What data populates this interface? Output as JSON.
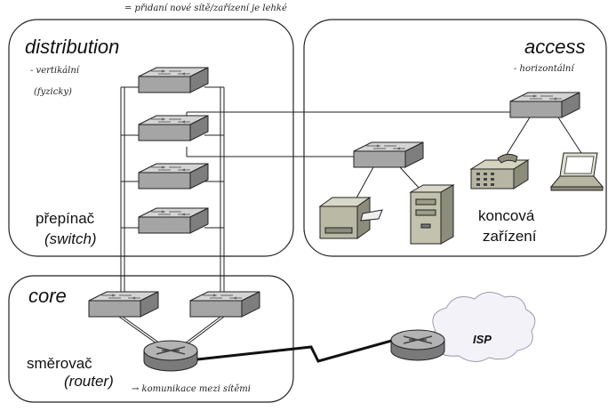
{
  "top_note": "= přidaní nové sítě/zařízení je lehké",
  "zones": {
    "distribution": {
      "title": "distribution",
      "note": "- vertikální",
      "note2": "(fyzicky)",
      "switch_label": "přepínač",
      "switch_label_en": "(switch)"
    },
    "access": {
      "title": "access",
      "note": "- horizontální",
      "device_label_1": "koncová",
      "device_label_2": "zařízení"
    },
    "core": {
      "title": "core",
      "router_label": "směrovač",
      "router_label_en": "(router)",
      "note": "→ komunikace mezi sítěmi"
    }
  },
  "cloud": {
    "label": "ISP"
  },
  "colors": {
    "switch_top": "#c8c8c8",
    "switch_side": "#9a9a9a",
    "router_top": "#a9a9a9",
    "cloud_fill": "#f2f2f8"
  }
}
